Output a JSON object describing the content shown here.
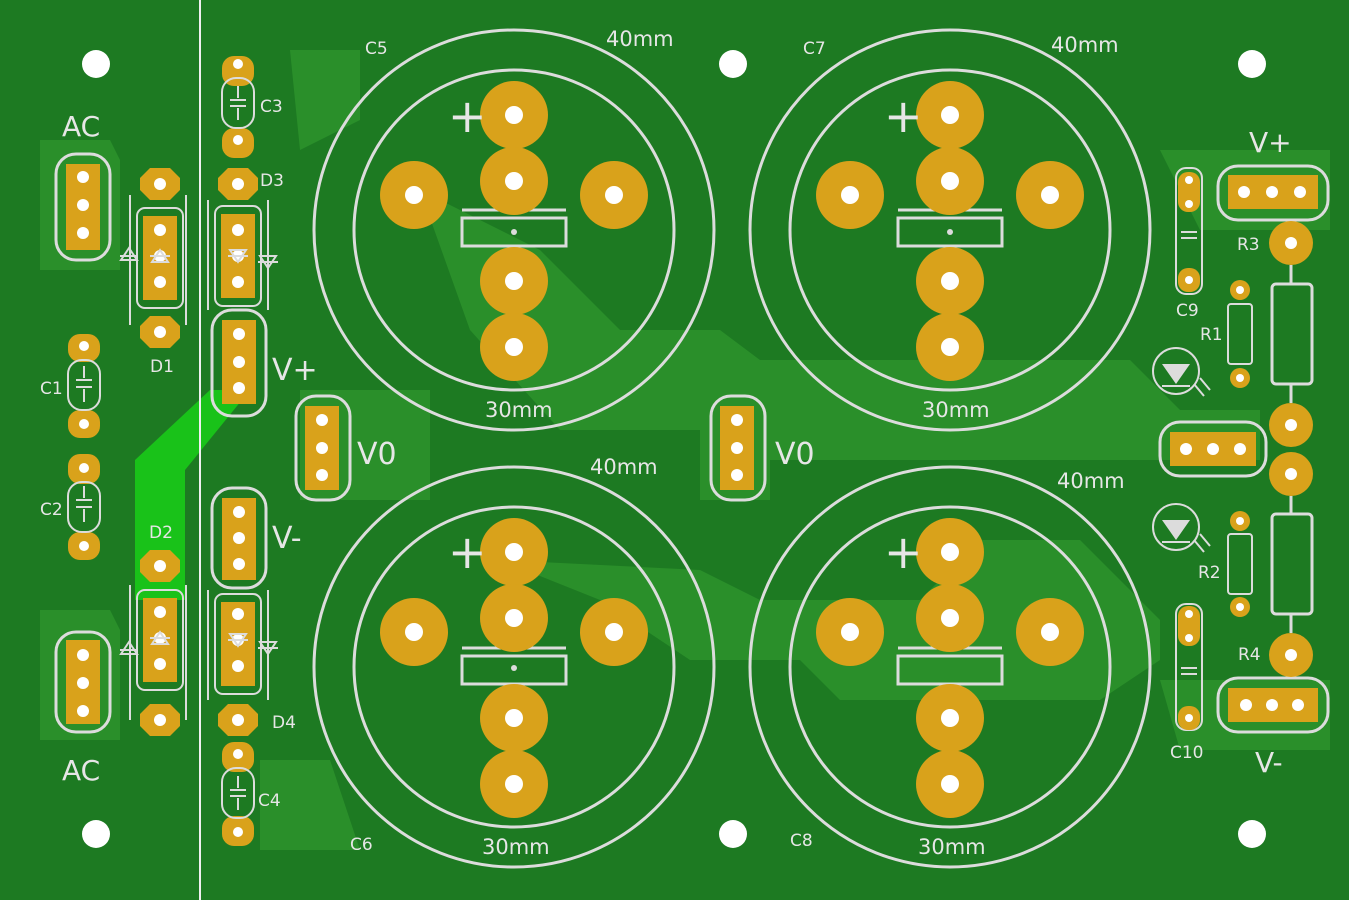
{
  "board": {
    "labels": {
      "ac_top": "AC",
      "ac_bottom": "AC",
      "vplus_left": "V+",
      "vminus_left": "V-",
      "vo_left": "V0",
      "vo_mid": "V0",
      "vplus_right": "V+",
      "vminus_right": "V-"
    },
    "refs": {
      "c1": "C1",
      "c2": "C2",
      "c3": "C3",
      "c4": "C4",
      "c5": "C5",
      "c6": "C6",
      "c7": "C7",
      "c8": "C8",
      "c9": "C9",
      "c10": "C10",
      "d1": "D1",
      "d2": "D2",
      "d3": "D3",
      "d4": "D4",
      "r1": "R1",
      "r2": "R2",
      "r3": "R3",
      "r4": "R4"
    },
    "dims": {
      "outer": "40mm",
      "inner": "30mm"
    },
    "plus": "+",
    "colors": {
      "board": "#1d7a22",
      "copper_pour": "#2a8f2a",
      "trace_highlight": "#19c219",
      "pad": "#d9a21b",
      "silkscreen": "#dcdcdc",
      "hole": "#ffffff"
    }
  }
}
